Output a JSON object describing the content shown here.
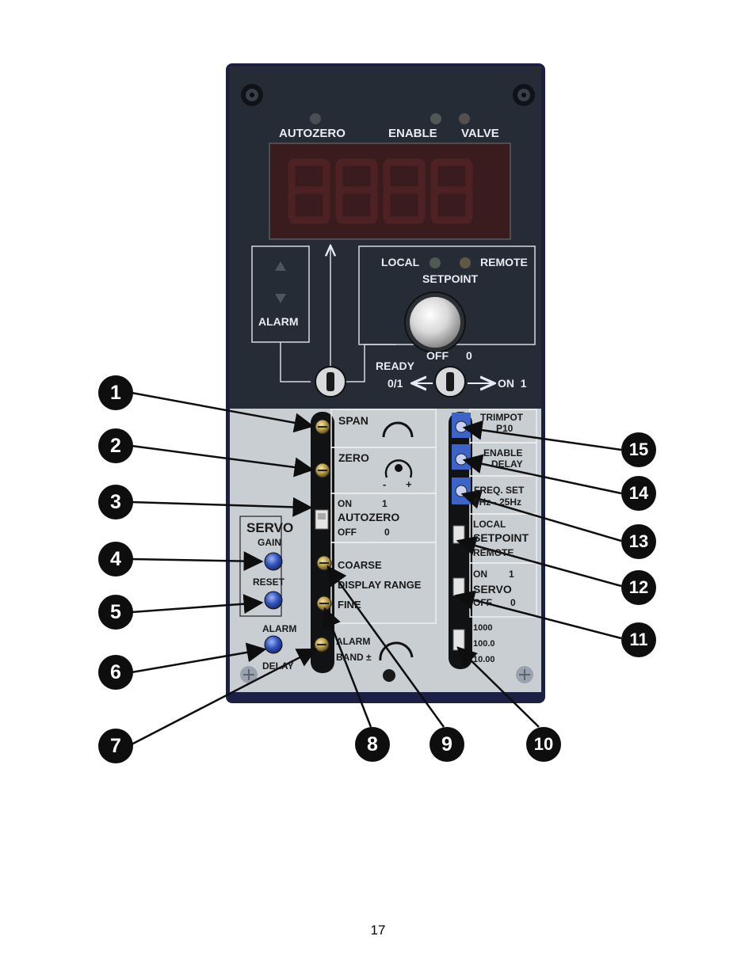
{
  "panel": {
    "front": {
      "autozero": "AUTOZERO",
      "enable": "ENABLE",
      "valve": "VALVE",
      "local": "LOCAL",
      "remote": "REMOTE",
      "setpoint": "SETPOINT",
      "alarm": "ALARM",
      "off": "OFF",
      "zero": "0",
      "ready": "READY",
      "zero_one": "0/1",
      "on_one": "ON  1"
    },
    "left_strip": {
      "span": "SPAN",
      "zero": "ZERO",
      "zero_minus": "-",
      "zero_plus": "+",
      "autozero_on": "ON",
      "autozero_on_val": "1",
      "autozero": "AUTOZERO",
      "autozero_off": "OFF",
      "autozero_off_val": "0",
      "coarse": "COARSE",
      "display_range": "DISPLAY RANGE",
      "fine": "FINE",
      "alarm": "ALARM",
      "band": "BAND ±"
    },
    "servo_box": {
      "servo": "SERVO",
      "gain": "GAIN",
      "reset": "RESET"
    },
    "alarm_delay": {
      "alarm": "ALARM",
      "delay": "DELAY"
    },
    "right_strip": {
      "trimpot": "TRIMPOT",
      "p10": "P10",
      "enable": "ENABLE",
      "delay": "DELAY",
      "freq_set": "FREQ. SET",
      "freq_range": "0Hz - 25Hz",
      "local": "LOCAL",
      "setpoint": "SETPOINT",
      "remote": "REMOTE",
      "servo_on": "ON",
      "servo_on_val": "1",
      "servo": "SERVO",
      "servo_off": "OFF",
      "servo_off_val": "0",
      "range_1000": "1000",
      "range_100": "100.0",
      "range_10": "10.00"
    }
  },
  "callouts": [
    "1",
    "2",
    "3",
    "4",
    "5",
    "6",
    "7",
    "8",
    "9",
    "10",
    "11",
    "12",
    "13",
    "14",
    "15"
  ],
  "page_number": "17",
  "colors": {
    "panel_dark": "#232a33",
    "panel_border": "#1c2045",
    "insert_gray": "#c9ced3",
    "trimpot_blue": "#3b63c8",
    "display_red": "#3a1c1e"
  }
}
